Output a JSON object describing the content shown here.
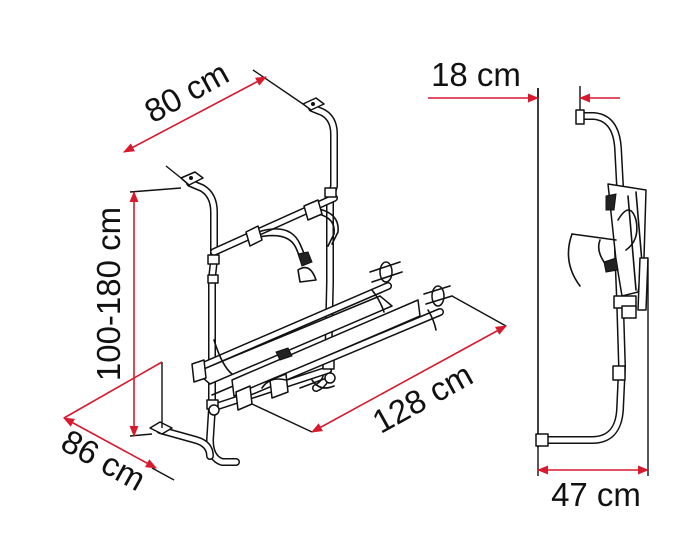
{
  "diagram": {
    "dimensions": {
      "top_width": "80 cm",
      "height_range": "100-180 cm",
      "depth": "86 cm",
      "length": "128 cm",
      "side_offset": "18 cm",
      "side_depth": "47 cm"
    },
    "colors": {
      "dimension_line": "#d71a2e",
      "outline": "#111111",
      "background": "#ffffff"
    }
  }
}
